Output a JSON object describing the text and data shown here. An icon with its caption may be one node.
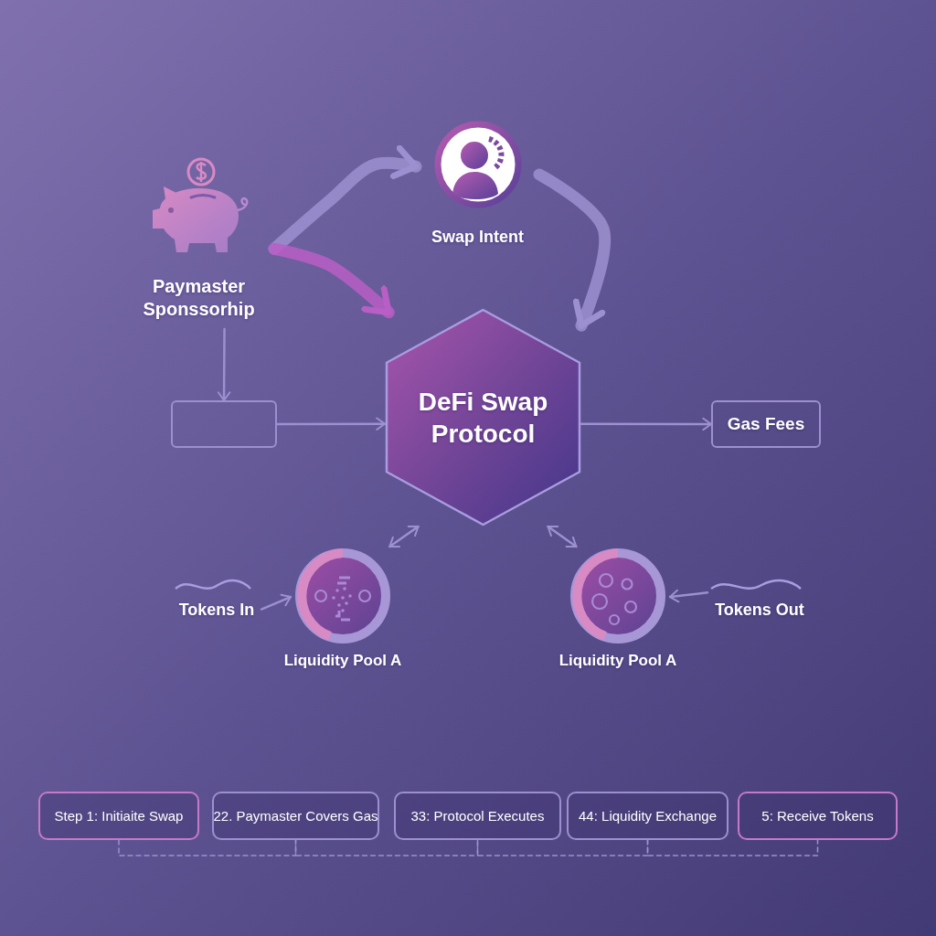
{
  "diagram": {
    "nodes": [
      {
        "text": [
          "Paymaster Sponssorhip"
        ]
      },
      {
        "text": [
          "Swap Intent"
        ]
      },
      {
        "text": [
          "DeFi Swap Protocol"
        ]
      },
      {
        "text": [],
        "shape": "box"
      },
      {
        "text": [
          "Gas Fees"
        ]
      },
      {
        "text": [
          "Liquidity Pool A"
        ]
      },
      {
        "text": [
          "Liquidity Pool A"
        ]
      },
      {
        "text": [
          "Tokens In"
        ]
      },
      {
        "text": [
          "Tokens Out"
        ]
      },
      {
        "text": [
          "Step 1: Initiaite Swap"
        ]
      },
      {
        "text": [
          "22. Paymaster Covers Gas"
        ]
      },
      {
        "text": [
          "33: Protocol Executes"
        ]
      },
      {
        "text": [
          "44: Liquidity Exchange"
        ]
      },
      {
        "text": [
          "5: Receive Tokens"
        ]
      }
    ],
    "edges": [
      {
        "from": 0,
        "to": 1,
        "arrow": "to",
        "style": "thick"
      },
      {
        "from": 1,
        "to": 2,
        "arrow": "to",
        "style": "thick"
      },
      {
        "from": 0,
        "to": 2,
        "arrow": "to",
        "style": "thick",
        "color": "#b85ec4"
      },
      {
        "from": 0,
        "to": 3,
        "arrow": "to"
      },
      {
        "from": 3,
        "to": 2,
        "arrow": "to"
      },
      {
        "from": 2,
        "to": 4,
        "arrow": "to"
      },
      {
        "from": 2,
        "to": 5,
        "arrow": "both"
      },
      {
        "from": 2,
        "to": 6,
        "arrow": "both"
      },
      {
        "from": 7,
        "to": 5,
        "arrow": "to"
      },
      {
        "from": 8,
        "to": 6,
        "arrow": "to"
      },
      {
        "from": 9,
        "to": 10,
        "arrow": "none",
        "style": "dashed"
      },
      {
        "from": 10,
        "to": 11,
        "arrow": "none",
        "style": "dashed"
      },
      {
        "from": 11,
        "to": 12,
        "arrow": "none",
        "style": "dashed"
      },
      {
        "from": 12,
        "to": 13,
        "arrow": "none",
        "style": "dashed"
      }
    ]
  }
}
